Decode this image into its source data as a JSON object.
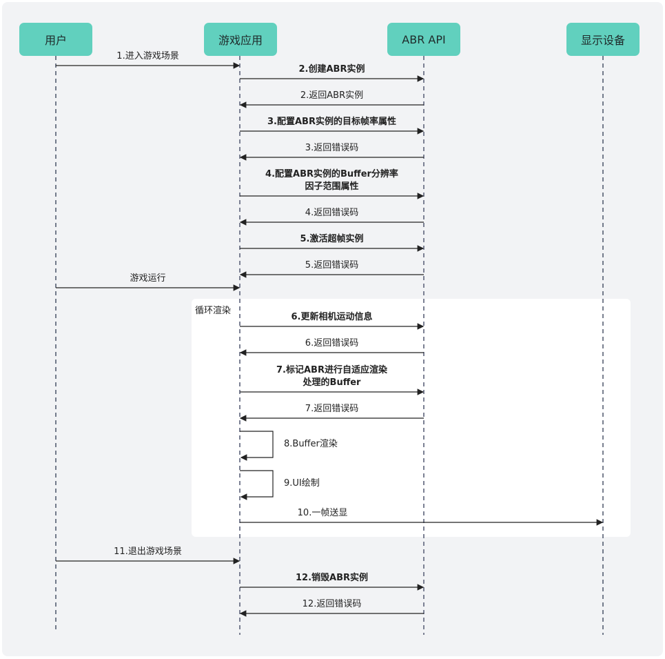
{
  "actors": [
    {
      "id": "user",
      "label": "用户"
    },
    {
      "id": "app",
      "label": "游戏应用"
    },
    {
      "id": "abr",
      "label": "ABR API"
    },
    {
      "id": "display",
      "label": "显示设备"
    }
  ],
  "loop": {
    "label": "循环渲染"
  },
  "messages": [
    {
      "from": "user",
      "to": "app",
      "label": "1.进入游戏场景",
      "bold": false
    },
    {
      "from": "app",
      "to": "abr",
      "label": "2.创建ABR实例",
      "bold": true
    },
    {
      "from": "abr",
      "to": "app",
      "label": "2.返回ABR实例",
      "bold": false
    },
    {
      "from": "app",
      "to": "abr",
      "label": "3.配置ABR实例的目标帧率属性",
      "bold": true
    },
    {
      "from": "abr",
      "to": "app",
      "label": "3.返回错误码",
      "bold": false
    },
    {
      "from": "app",
      "to": "abr",
      "label": "4.配置ABR实例的Buffer分辨率\n因子范围属性",
      "bold": true
    },
    {
      "from": "abr",
      "to": "app",
      "label": "4.返回错误码",
      "bold": false
    },
    {
      "from": "app",
      "to": "abr",
      "label": "5.激活超帧实例",
      "bold": true
    },
    {
      "from": "abr",
      "to": "app",
      "label": "5.返回错误码",
      "bold": false
    },
    {
      "from": "user",
      "to": "app",
      "label": "游戏运行",
      "bold": false
    },
    {
      "from": "app",
      "to": "abr",
      "label": "6.更新相机运动信息",
      "bold": true
    },
    {
      "from": "abr",
      "to": "app",
      "label": "6.返回错误码",
      "bold": false
    },
    {
      "from": "app",
      "to": "abr",
      "label": "7.标记ABR进行自适应渲染\n处理的Buffer",
      "bold": true
    },
    {
      "from": "abr",
      "to": "app",
      "label": "7.返回错误码",
      "bold": false
    },
    {
      "from": "app",
      "to": "app",
      "label": "8.Buffer渲染",
      "bold": false
    },
    {
      "from": "app",
      "to": "app",
      "label": "9.UI绘制",
      "bold": false
    },
    {
      "from": "app",
      "to": "display",
      "label": "10.一帧送显",
      "bold": false
    },
    {
      "from": "user",
      "to": "app",
      "label": "11.退出游戏场景",
      "bold": false
    },
    {
      "from": "app",
      "to": "abr",
      "label": "12.销毁ABR实例",
      "bold": true
    },
    {
      "from": "abr",
      "to": "app",
      "label": "12.返回错误码",
      "bold": false
    }
  ]
}
